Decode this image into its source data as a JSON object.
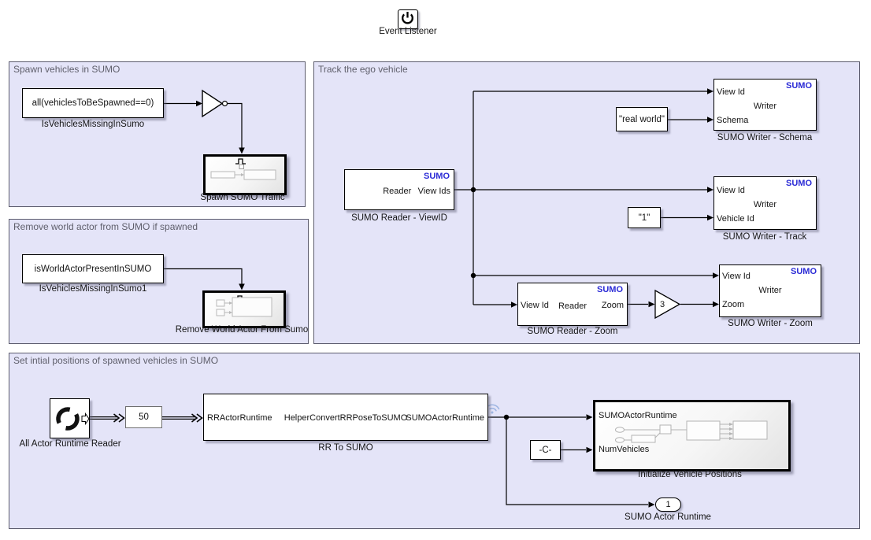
{
  "colors": {
    "area_background": "#E4E4F8",
    "area_border": "#5C5C6E",
    "area_title_text": "#5F5F6B",
    "sumo_brand_blue": "#2B2BD6",
    "wire_black": "#000000",
    "signal_log_icon_blue": "#9FB6E3"
  },
  "event_listener": {
    "label": "Event Listener"
  },
  "areas": {
    "spawn": {
      "title": "Spawn vehicles in SUMO"
    },
    "remove": {
      "title": "Remove world actor from SUMO if spawned"
    },
    "track": {
      "title": "Track the ego vehicle"
    },
    "init": {
      "title": "Set intial positions of spawned vehicles in SUMO"
    }
  },
  "blocks": {
    "is_vehicles_missing": {
      "expression": "all(vehiclesToBeSpawned==0)",
      "label": "IsVehiclesMissingInSumo"
    },
    "spawn_sumo_traffic": {
      "label": "Spawn SUMO Traffic"
    },
    "is_world_actor_present": {
      "expression": "isWorldActorPresentInSUMO",
      "label": "IsVehiclesMissingInSumo1"
    },
    "remove_world_actor": {
      "label": "Remove World Actor From Sumo"
    },
    "sumo_reader_viewid": {
      "brand": "SUMO",
      "center": "Reader",
      "port_out": "View Ids",
      "label": "SUMO Reader - ViewID"
    },
    "const_real_world": {
      "value": "\"real world\""
    },
    "sumo_writer_schema": {
      "brand": "SUMO",
      "center": "Writer",
      "port_view_id": "View Id",
      "port_schema": "Schema",
      "label": "SUMO Writer - Schema"
    },
    "const_one": {
      "value": "\"1\""
    },
    "sumo_writer_track": {
      "brand": "SUMO",
      "center": "Writer",
      "port_view_id": "View Id",
      "port_vehicle_id": "Vehicle Id",
      "label": "SUMO Writer - Track"
    },
    "sumo_reader_zoom": {
      "brand": "SUMO",
      "center": "Reader",
      "port_view_id": "View Id",
      "port_zoom": "Zoom",
      "label": "SUMO Reader - Zoom"
    },
    "gain": {
      "value": "3"
    },
    "sumo_writer_zoom": {
      "brand": "SUMO",
      "center": "Writer",
      "port_view_id": "View Id",
      "port_zoom": "Zoom",
      "label": "SUMO Writer - Zoom"
    },
    "all_actor_runtime_reader": {
      "label": "All Actor Runtime Reader"
    },
    "const_fifty": {
      "value": "50"
    },
    "rr_to_sumo": {
      "port_in": "RRActorRuntime",
      "center": "HelperConvertRRPoseToSUMO",
      "port_out": "SUMOActorRuntime",
      "label": "RR To SUMO"
    },
    "const_c": {
      "value": "-C-"
    },
    "initialize_vehicle_positions": {
      "port_runtime": "SUMOActorRuntime",
      "port_num": "NumVehicles",
      "label": "Initialize Vehicle Positions"
    },
    "sumo_actor_runtime_outport": {
      "value": "1",
      "label": "SUMO Actor Runtime"
    }
  }
}
